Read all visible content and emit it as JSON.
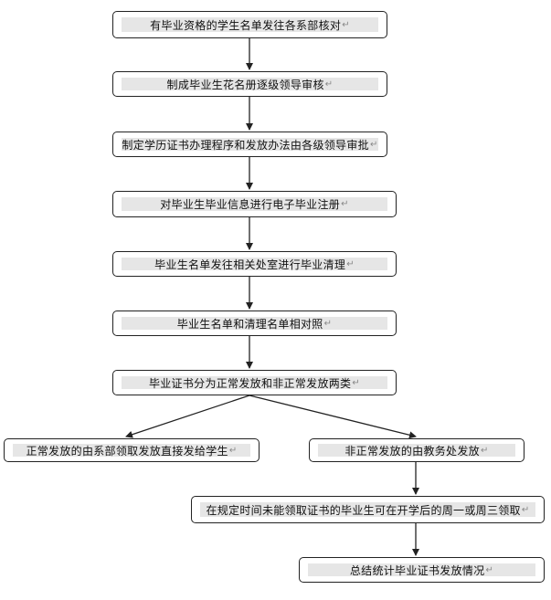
{
  "steps": [
    {
      "text": "有毕业资格的学生名单发往各系部核对",
      "mark": "↵"
    },
    {
      "text": "制成毕业生花名册逐级领导审核",
      "mark": "↵"
    },
    {
      "text": "制定学历证书办理程序和发放办法由各级领导审批",
      "mark": "↵"
    },
    {
      "text": "对毕业生毕业信息进行电子毕业注册",
      "mark": "↵"
    },
    {
      "text": "毕业生名单发往相关处室进行毕业清理",
      "mark": "↵"
    },
    {
      "text": "毕业生名单和清理名单相对照",
      "mark": "↵"
    },
    {
      "text": "毕业证书分为正常发放和非正常发放两类",
      "mark": "↵"
    }
  ],
  "branches": {
    "normal": {
      "text": "正常发放的由系部领取发放直接发给学生",
      "mark": "↵"
    },
    "abnormal": {
      "text": "非正常发放的由教务处发放",
      "mark": "↵"
    }
  },
  "followups": [
    {
      "text": "在规定时间未能领取证书的毕业生可在开学后的周一或周三领取",
      "mark": "↵"
    },
    {
      "text": "总结统计毕业证书发放情况",
      "mark": "↵"
    }
  ]
}
